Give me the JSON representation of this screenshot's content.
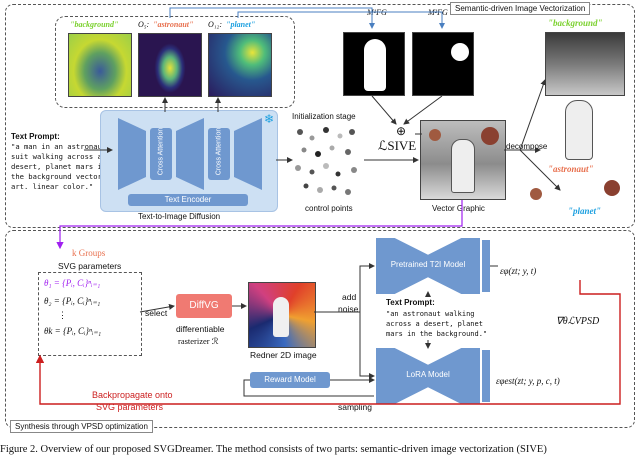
{
  "panel_top": {
    "title": "Semantic-driven Image Vectorization",
    "attn_labels": [
      "\"background\"",
      "\"astronaut\"",
      "\"planet\""
    ],
    "attn_prefixes": [
      "",
      "O₅:",
      "O₁₂:"
    ],
    "mask_labels": [
      "M¹FG",
      "M²FG"
    ],
    "text_prompt_title": "Text Prompt:",
    "text_prompt_lines": [
      "\"a man in an astronaut",
      "suit walking across a",
      "desert, planet mars in",
      "the background vector",
      "art. linear color.\""
    ],
    "cross_attention": "Cross Attention",
    "text_encoder": "Text Encoder",
    "diffusion_label": "Text-to-Image Diffusion",
    "init_stage": "Initialization stage",
    "control_points": "control points",
    "loss": "ℒSIVE",
    "oplus": "⊕",
    "vector_graphic": "Vector Graphic",
    "decompose": "decompose",
    "parts": [
      "\"background\"",
      "\"astronaut\"",
      "\"planet\""
    ],
    "snowflake": "❄"
  },
  "panel_bottom": {
    "title": "Synthesis through VPSD optimization",
    "k_groups": "k Groups",
    "svg_params": "SVG parameters",
    "theta_lines": [
      "θ₁ = {Pᵢ, Cᵢ}ⁿᵢ₌₁",
      "θ₂ = {Pᵢ, Cᵢ}ⁿᵢ₌₁",
      "⋮",
      "θk = {Pᵢ, Cᵢ}ⁿᵢ₌₁"
    ],
    "select": "select",
    "diffvg": "DiffVG",
    "diffvg_sub1": "differentiable",
    "diffvg_sub2": "rasterizer ℛ",
    "add_noise1": "add",
    "add_noise2": "noise",
    "render_label": "Redner 2D image",
    "pretrained": "Pretrained T2I Model",
    "eps_phi": "εφ(zt; y, t)",
    "prompt_title": "Text Prompt:",
    "prompt_lines": [
      "\"an astronaut walking",
      "across a desert, planet",
      "mars in the background.\""
    ],
    "grad": "∇θℒVPSD",
    "reward_model": "Reward Model",
    "lora": "LoRA Model",
    "eps_lora": "εφest(zt; y, p, c, t)",
    "sampling": "sampling",
    "backprop1": "Backpropagate onto",
    "backprop2": "SVG parameters"
  },
  "caption": "Figure 2. Overview of our proposed SVGDreamer. The method consists of two parts: semantic-driven image vectorization (SIVE)",
  "colors": {
    "blue": "#6f98cf",
    "red": "#cc1f1f",
    "purple": "#a020f0",
    "green": "#7bd12e",
    "orange": "#e8704e",
    "cyan": "#1da0e0"
  }
}
